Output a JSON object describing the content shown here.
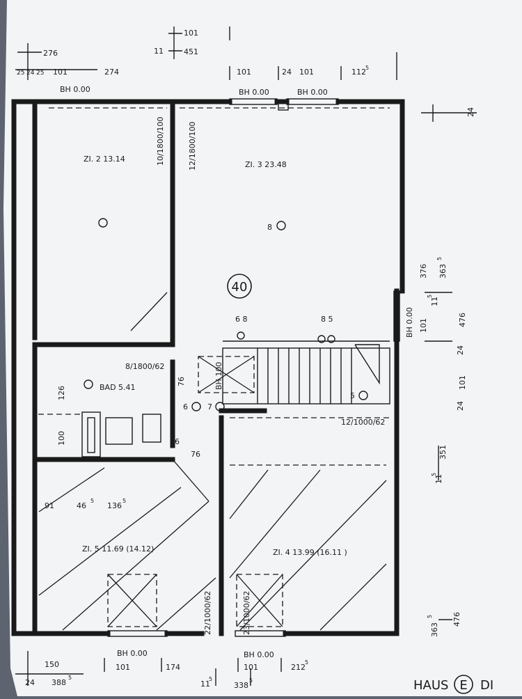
{
  "top_dims": [
    "101",
    "11",
    "451",
    "276",
    "25",
    "24",
    "25",
    "101",
    "274",
    "101",
    "24",
    "101",
    "112",
    "5"
  ],
  "bh_labels": [
    "BH 0.00",
    "BH 0.00",
    "BH 0.00",
    "BH 0.00",
    "BH 0.00",
    "BH 0.00"
  ],
  "rooms": {
    "zi2": "ZI. 2  13.14",
    "zi3": "ZI. 3   23.48",
    "bad": "BAD 5.41",
    "zi5": "ZI. 5  11.69 (14.12)",
    "zi4": "ZI. 4  13.99 (16.11 )"
  },
  "door_labels": [
    "10/1800/100",
    "12/1800/100",
    "8/1800/62",
    "12/1000/62",
    "22/1000/62",
    "23/1000/62"
  ],
  "circuit": "40",
  "outlet_numbers": [
    "8",
    "6 8",
    "8  5",
    "6",
    "7",
    "5",
    "6"
  ],
  "inner_dims": [
    "126",
    "100",
    "76",
    "76",
    "91",
    "46",
    "5",
    "136",
    "5",
    "BH 100"
  ],
  "right_dims": [
    "24",
    "376",
    "363",
    "5",
    "11",
    "5",
    "101",
    "24",
    "476",
    "101",
    "24",
    "11",
    "5",
    "351",
    "363",
    "5",
    "476"
  ],
  "bottom_dims": [
    "150",
    "24",
    "388",
    "5",
    "101",
    "174",
    "101",
    "212",
    "5",
    "11",
    "5",
    "338",
    "5"
  ],
  "title_partial": "HAUS",
  "title_letter": "E",
  "title_tail": "DI"
}
